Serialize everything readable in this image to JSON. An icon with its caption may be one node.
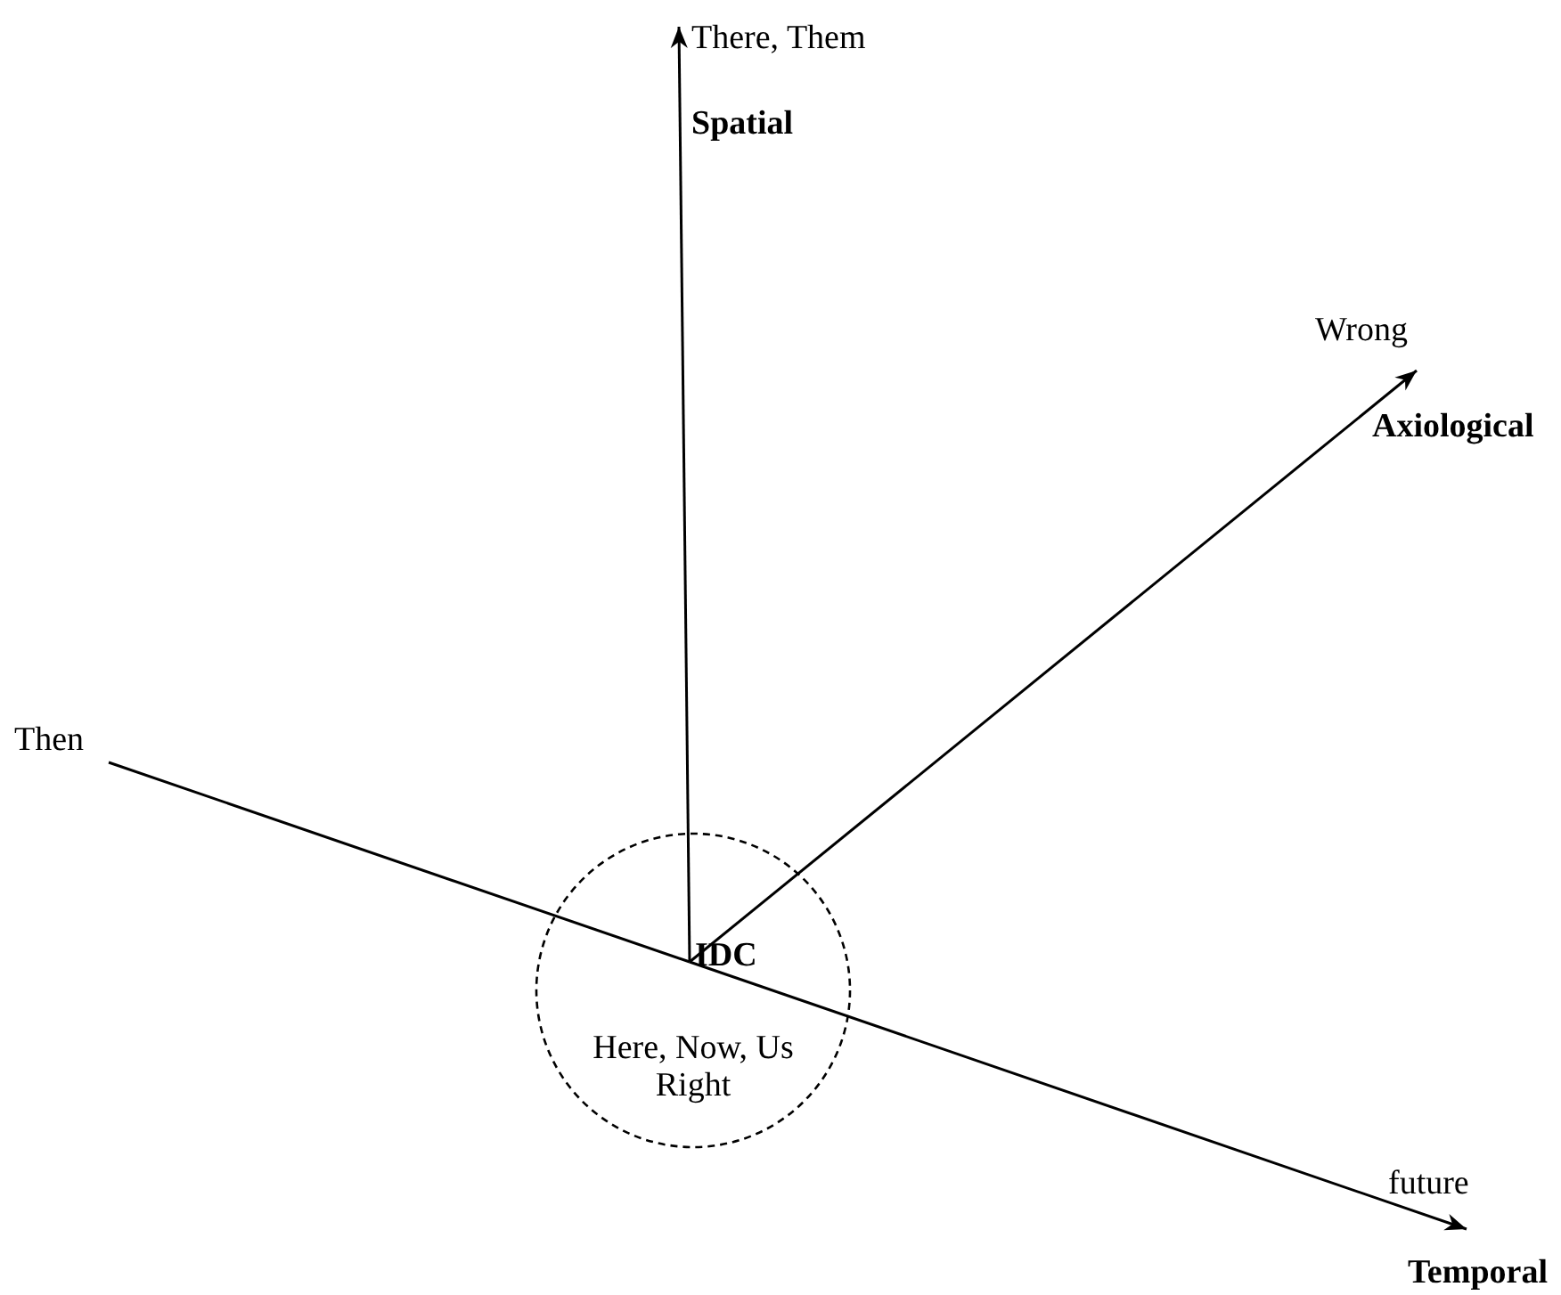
{
  "diagram": {
    "nodes": [
      {
        "text": [
          "IDC",
          "Here, Now, Us Right"
        ]
      },
      {
        "text": [
          "There, Them"
        ]
      },
      {
        "text": [
          "Wrong"
        ]
      },
      {
        "text": [
          "Then"
        ]
      },
      {
        "text": [
          "future"
        ]
      }
    ],
    "edges": [
      {
        "from": 0,
        "to": 1,
        "arrow": "to",
        "label": "Spatial"
      },
      {
        "from": 0,
        "to": 2,
        "arrow": "to",
        "label": "Axiological"
      },
      {
        "from": 3,
        "to": 0,
        "arrow": "none"
      },
      {
        "from": 0,
        "to": 4,
        "arrow": "to",
        "label": "Temporal"
      }
    ]
  }
}
